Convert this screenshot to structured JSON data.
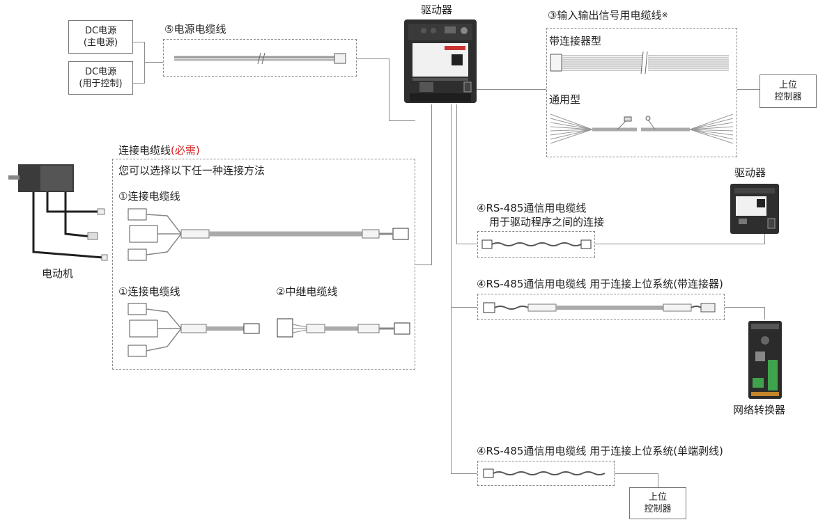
{
  "labels": {
    "dc_main_1": "DC电源",
    "dc_main_2": "(主电源)",
    "dc_ctrl_1": "DC电源",
    "dc_ctrl_2": "(用于控制)",
    "power_cable": "⑤电源电缆线",
    "driver_top": "驱动器",
    "io_cable": "③输入输出信号用电缆线",
    "io_cable_mark": "※",
    "with_connector": "带连接器型",
    "generic": "通用型",
    "upper_ctrl_1": "上位",
    "upper_ctrl_2": "控制器",
    "conn_cable_title": "连接电缆线",
    "conn_cable_required": "(必需)",
    "conn_cable_desc": "您可以选择以下任一种连接方法",
    "conn_cable_a": "①连接电缆线",
    "conn_cable_b": "①连接电缆线",
    "relay_cable": "②中继电缆线",
    "motor": "电动机",
    "rs485_a_1": "④RS-485通信用电缆线",
    "rs485_a_2": "用于驱动程序之间的连接",
    "driver_right": "驱动器",
    "rs485_b": "④RS-485通信用电缆线 用于连接上位系统(带连接器)",
    "net_converter": "网络转换器",
    "rs485_c": "④RS-485通信用电缆线 用于连接上位系统(单端剥线)",
    "upper_ctrl_b_1": "上位",
    "upper_ctrl_b_2": "控制器"
  },
  "colors": {
    "wire": "#8c8c8c",
    "dash_border": "#8a8a8a",
    "required_text": "#d62020",
    "device_body": "#2e2e2e"
  }
}
